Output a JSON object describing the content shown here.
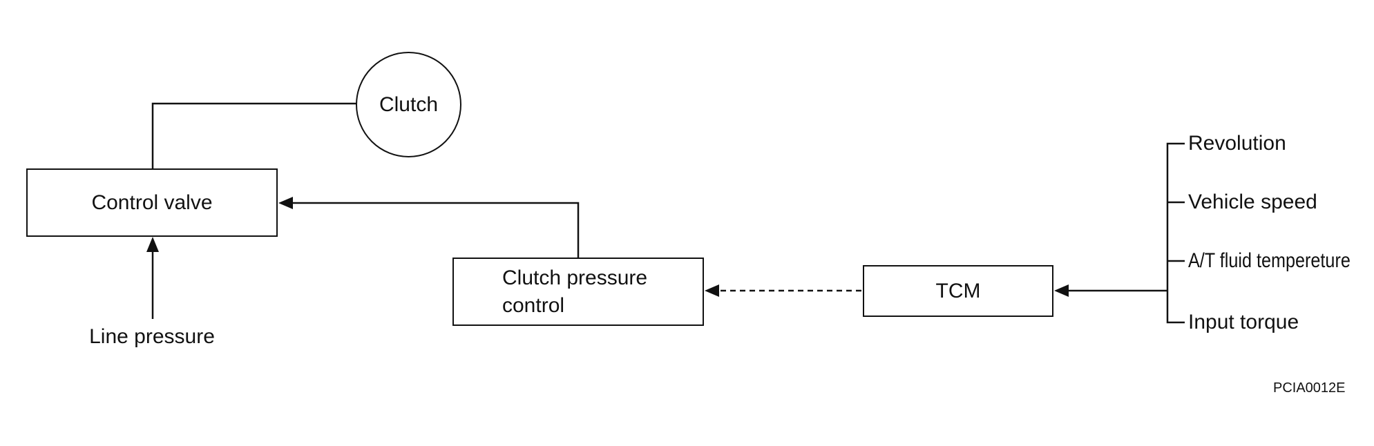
{
  "diagram": {
    "nodes": {
      "clutch": {
        "label": "Clutch",
        "shape": "circle"
      },
      "control_valve": {
        "label": "Control valve",
        "shape": "rect"
      },
      "clutch_pressure_control": {
        "lines": [
          "Clutch pressure",
          "control"
        ],
        "shape": "rect"
      },
      "tcm": {
        "label": "TCM",
        "shape": "rect"
      }
    },
    "labels": {
      "line_pressure": "Line pressure",
      "figure_code": "PCIA0012E"
    },
    "tcm_inputs": [
      {
        "label": "Revolution"
      },
      {
        "label": "Vehicle speed"
      },
      {
        "label": "A/T fluid tempereture"
      },
      {
        "label": "Input torque"
      }
    ],
    "connections": [
      {
        "from": "clutch",
        "to": "control_valve",
        "style": "solid-line"
      },
      {
        "from": "clutch_pressure_control",
        "to": "control_valve",
        "style": "solid-arrow"
      },
      {
        "from": "line_pressure",
        "to": "control_valve",
        "style": "solid-arrow"
      },
      {
        "from": "tcm",
        "to": "clutch_pressure_control",
        "style": "dashed-arrow"
      },
      {
        "from": "tcm_inputs",
        "to": "tcm",
        "style": "solid-arrow"
      }
    ],
    "colors": {
      "line": "#111111",
      "background": "#ffffff"
    }
  }
}
